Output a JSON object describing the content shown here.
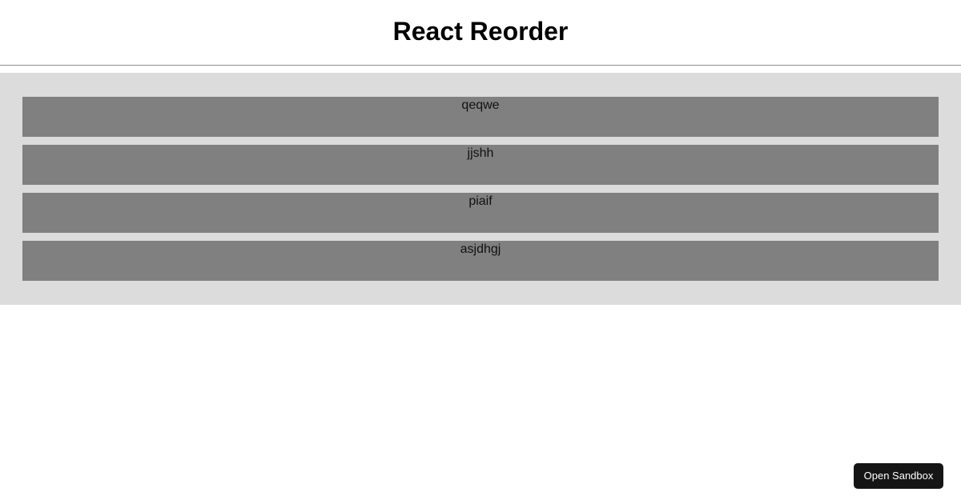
{
  "page": {
    "title": "React Reorder"
  },
  "list": {
    "items": [
      {
        "label": "qeqwe"
      },
      {
        "label": "jjshh"
      },
      {
        "label": "piaif"
      },
      {
        "label": "asjdhgj"
      }
    ]
  },
  "sandbox": {
    "button_label": "Open Sandbox"
  },
  "colors": {
    "page_background": "#ffffff",
    "container_background": "#dcdcdc",
    "item_background": "#808080",
    "item_text": "#111111",
    "title_text": "#000000",
    "rule": "#8e8e8e",
    "sandbox_button_background": "#151515",
    "sandbox_button_text": "#ffffff"
  }
}
